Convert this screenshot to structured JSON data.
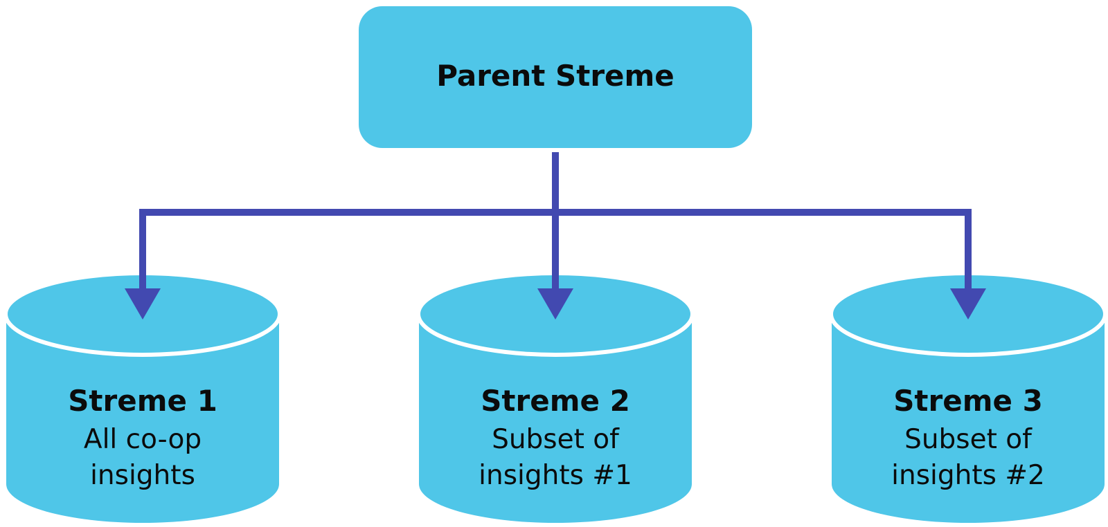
{
  "colors": {
    "node_fill": "#4fc6e8",
    "connector": "#4249b0",
    "outline": "#ffffff",
    "text": "#0b0b0b"
  },
  "parent": {
    "title": "Parent Streme"
  },
  "children": [
    {
      "title": "Streme 1",
      "line1": "All co-op",
      "line2": "insights"
    },
    {
      "title": "Streme 2",
      "line1": "Subset of",
      "line2": "insights #1"
    },
    {
      "title": "Streme 3",
      "line1": "Subset of",
      "line2": "insights #2"
    }
  ]
}
